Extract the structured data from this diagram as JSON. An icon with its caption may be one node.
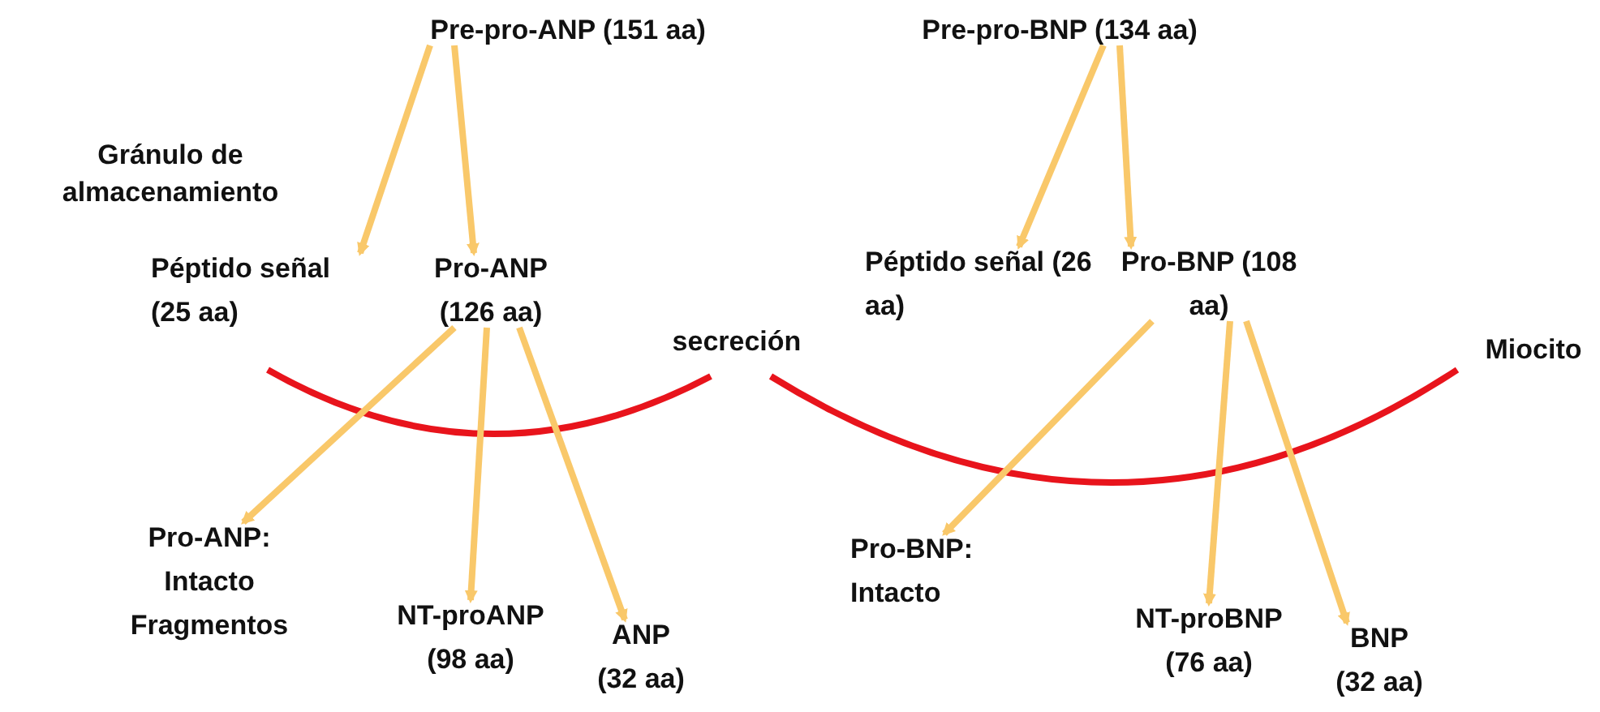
{
  "diagram": {
    "nodes": [
      {
        "text": [
          "Pre-pro-ANP (151 aa)"
        ]
      },
      {
        "text": [
          "Péptido señal (25 aa)"
        ]
      },
      {
        "text": [
          "Pro-ANP (126 aa)"
        ]
      },
      {
        "text": [
          "Pro-ANP: Intacto Fragmentos"
        ]
      },
      {
        "text": [
          "NT-proANP (98 aa)"
        ]
      },
      {
        "text": [
          "ANP (32 aa)"
        ]
      },
      {
        "text": [
          "Pre-pro-BNP (134 aa)"
        ]
      },
      {
        "text": [
          "Péptido señal (26 aa)"
        ]
      },
      {
        "text": [
          "Pro-BNP (108 aa)"
        ]
      },
      {
        "text": [
          "Pro-BNP: Intacto"
        ]
      },
      {
        "text": [
          "NT-proBNP (76 aa)"
        ]
      },
      {
        "text": [
          "BNP (32 aa)"
        ]
      }
    ],
    "edges": [
      {
        "from": 0,
        "to": 1,
        "arrow": "to"
      },
      {
        "from": 0,
        "to": 2,
        "arrow": "to"
      },
      {
        "from": 6,
        "to": 7,
        "arrow": "to"
      },
      {
        "from": 6,
        "to": 8,
        "arrow": "to"
      },
      {
        "from": 2,
        "to": 3,
        "arrow": "to"
      },
      {
        "from": 2,
        "to": 4,
        "arrow": "to"
      },
      {
        "from": 2,
        "to": 5,
        "arrow": "to"
      },
      {
        "from": 8,
        "to": 9,
        "arrow": "to"
      },
      {
        "from": 8,
        "to": 10,
        "arrow": "to"
      },
      {
        "from": 8,
        "to": 11,
        "arrow": "to"
      }
    ],
    "labels": [
      "Gránulo de almacenamiento",
      "secreción",
      "Miocito"
    ]
  }
}
